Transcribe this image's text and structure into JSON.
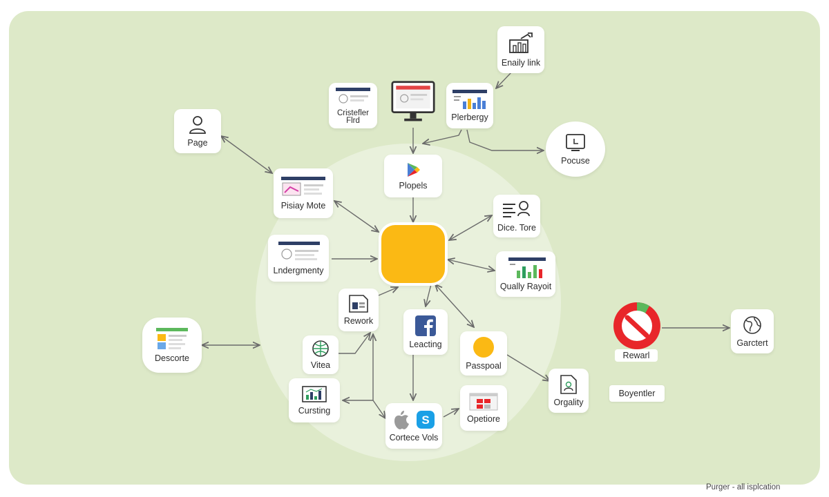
{
  "nodes": {
    "page": "Page",
    "crist_teller": "Cristefler Flrd",
    "monitor": "",
    "plerbergy": "Plerbergy",
    "enaily_link": "Enaily link",
    "pocuse": "Pocuse",
    "pisiay_mote": "Pisiay Mote",
    "plopels": "Plopels",
    "dice_tore": "Dice. Tore",
    "lndergmenty": "Lndergmenty",
    "qually_rayoit": "Qually Rayoit",
    "rework": "Rework",
    "leacting": "Leacting",
    "passpoal": "Passpoal",
    "descorte": "Descorte",
    "vitea": "Vitea",
    "cursting": "Cursting",
    "cortece_vols": "Cortece Vols",
    "opetiore": "Opetiore",
    "orgality": "Orgality",
    "rewarl": "Rewarl",
    "boyentler": "Boyentler",
    "garctert": "Garctert"
  },
  "footer": "Purger - all isplcation",
  "colors": {
    "board": "#dde9c8",
    "hub": "#fbb914",
    "arrow": "#6b6b6b",
    "red": "#e8262a",
    "green": "#5cb85c",
    "blue": "#4a7fd6",
    "navy": "#2e3f66"
  }
}
